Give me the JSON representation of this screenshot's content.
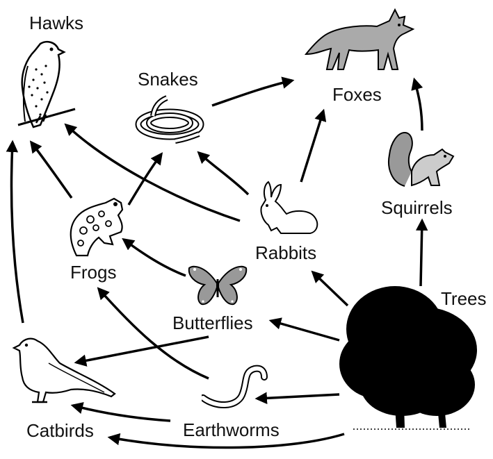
{
  "organisms": {
    "hawks": "Hawks",
    "snakes": "Snakes",
    "foxes": "Foxes",
    "squirrels": "Squirrels",
    "frogs": "Frogs",
    "rabbits": "Rabbits",
    "trees": "Trees",
    "butterflies": "Butterflies",
    "catbirds": "Catbirds",
    "earthworms": "Earthworms"
  },
  "feeding_links": [
    {
      "from": "Snakes",
      "to": "Foxes"
    },
    {
      "from": "Rabbits",
      "to": "Foxes"
    },
    {
      "from": "Squirrels",
      "to": "Foxes"
    },
    {
      "from": "Trees",
      "to": "Squirrels"
    },
    {
      "from": "Trees",
      "to": "Rabbits"
    },
    {
      "from": "Trees",
      "to": "Butterflies"
    },
    {
      "from": "Trees",
      "to": "Earthworms"
    },
    {
      "from": "Trees",
      "to": "Catbirds"
    },
    {
      "from": "Rabbits",
      "to": "Snakes"
    },
    {
      "from": "Rabbits",
      "to": "Hawks"
    },
    {
      "from": "Frogs",
      "to": "Snakes"
    },
    {
      "from": "Frogs",
      "to": "Hawks"
    },
    {
      "from": "Butterflies",
      "to": "Frogs"
    },
    {
      "from": "Butterflies",
      "to": "Catbirds"
    },
    {
      "from": "Earthworms",
      "to": "Frogs"
    },
    {
      "from": "Earthworms",
      "to": "Catbirds"
    },
    {
      "from": "Catbirds",
      "to": "Hawks"
    }
  ]
}
